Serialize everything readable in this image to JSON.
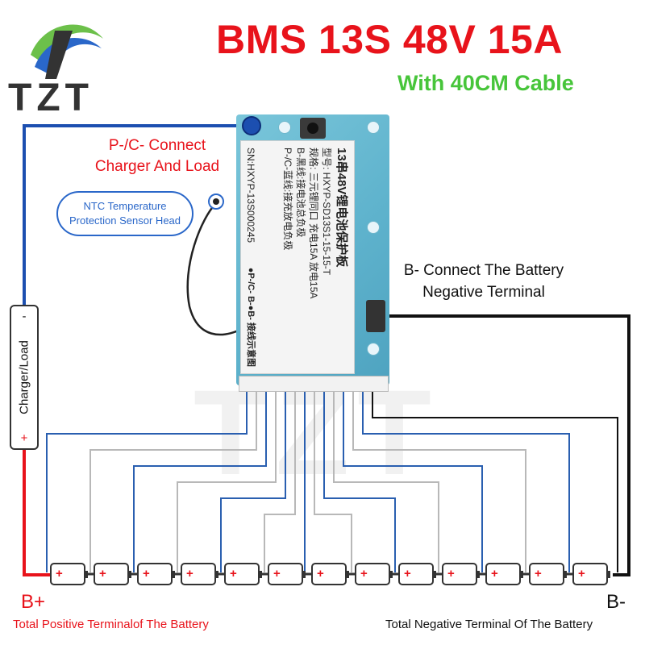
{
  "logo": {
    "text": "TZT",
    "colors": {
      "green": "#6cc04a",
      "blue": "#2a67c9",
      "dark": "#333333"
    }
  },
  "header": {
    "title": "BMS 13S 48V 15A",
    "subtitle": "With 40CM Cable"
  },
  "labels": {
    "pc_connect_line1": "P-/C- Connect",
    "pc_connect_line2": "Charger And Load",
    "ntc_line1": "NTC Temperature",
    "ntc_line2": "Protection Sensor Head",
    "b_connect_line1": "B- Connect The Battery",
    "b_connect_line2": "Negative Terminal",
    "charger_load": "Charger/Load",
    "charger_minus": "-",
    "charger_plus": "+",
    "b_plus": "B+",
    "b_minus": "B-",
    "total_positive": "Total Positive Terminalof The Battery",
    "total_negative": "Total Negative Terminal Of The Battery"
  },
  "board_sticker": {
    "model": "13串48V锂电池保护板",
    "line1": "型号: HXYP-SD13S1-15-15-T",
    "line2": "规格: 三元锂同口 充电15A 放电15A",
    "line3": "B-黑线:接电池总负极",
    "line4": "P-/C-蓝线:接充放电负极",
    "sn": "SN:HXYP-13S000245",
    "wiring_diagram": "接线示意图",
    "pc_mark": "●P-/C-",
    "b_mark": "B-●B-"
  },
  "battery": {
    "cell_count": 13,
    "cell_plus": "+",
    "colors": {
      "positive": "#e8131b",
      "negative": "#111111",
      "charge_line": "#1c4fb0",
      "balance_blue": "#2a5fb0",
      "balance_gray": "#b8b8b8"
    }
  },
  "watermark": "TZT"
}
